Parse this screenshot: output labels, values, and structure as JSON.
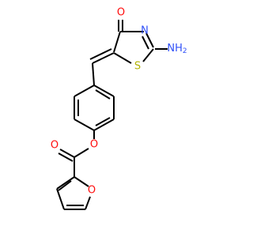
{
  "molecule": {
    "atoms": {
      "carbonyl_oxygen": {
        "symbol": "O",
        "color": "#ff0d0d"
      },
      "ring_nitrogen": {
        "symbol": "N",
        "color": "#3050f8"
      },
      "amine": {
        "symbol": "NH",
        "subscript": "2",
        "color": "#3050f8"
      },
      "ring_sulfur": {
        "symbol": "S",
        "color": "#b2b200"
      },
      "ester_oxygen": {
        "symbol": "O",
        "color": "#ff0d0d"
      },
      "ester_carbonyl_oxygen": {
        "symbol": "O",
        "color": "#ff0d0d"
      },
      "furan_oxygen": {
        "symbol": "O",
        "color": "#ff0d0d"
      }
    },
    "bond_color": "#000000"
  }
}
